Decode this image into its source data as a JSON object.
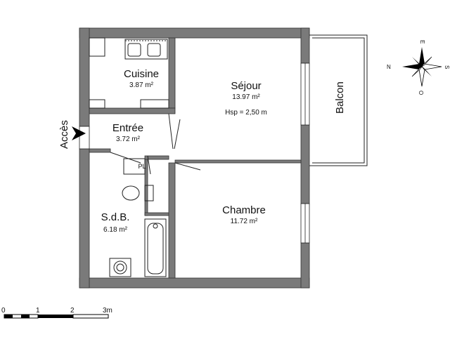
{
  "rooms": {
    "cuisine": {
      "name": "Cuisine",
      "area": "3.87 m²"
    },
    "sejour": {
      "name": "Séjour",
      "area": "13.97 m²",
      "hsp": "Hsp =  2,50 m"
    },
    "entree": {
      "name": "Entrée",
      "area": "3.72 m²"
    },
    "sdb": {
      "name": "S.d.B.",
      "area": "6.18 m²"
    },
    "chambre": {
      "name": "Chambre",
      "area": "11.72 m²"
    },
    "balcon": {
      "name": "Balcon"
    },
    "placard": {
      "name": "PL"
    }
  },
  "acces": {
    "label": "Accès"
  },
  "compass": {
    "n": "N",
    "s": "S",
    "e": "E",
    "o": "O"
  },
  "scale": {
    "ticks": [
      "0",
      "1",
      "2",
      "3m"
    ]
  },
  "colors": {
    "wall": "#7a7a7a",
    "wall_stroke": "#333333",
    "line": "#222222"
  }
}
